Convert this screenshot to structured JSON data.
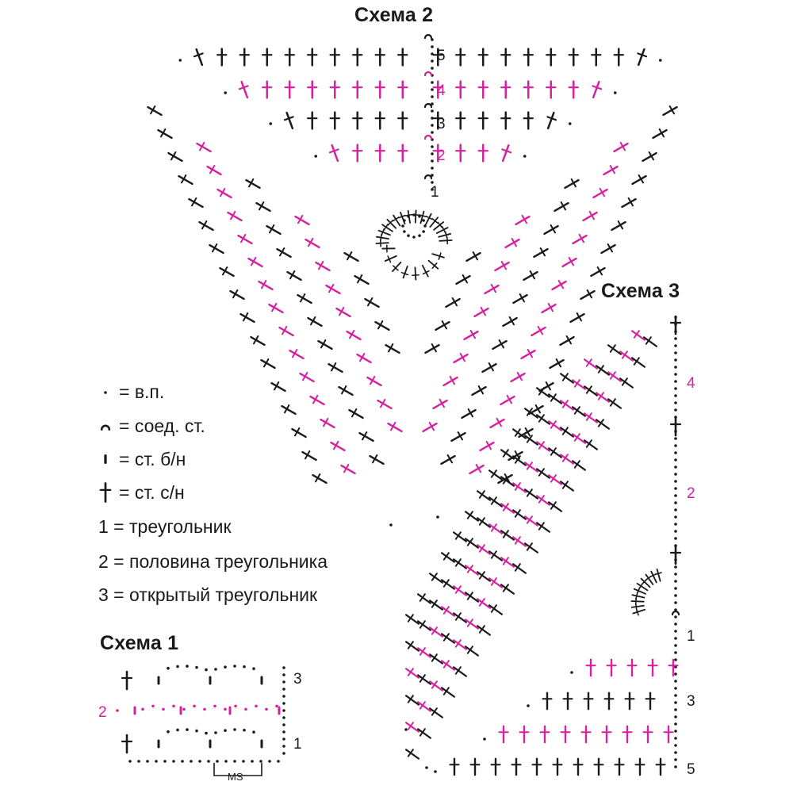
{
  "colors": {
    "dark": "#1a1a1a",
    "accent": "#d6219f"
  },
  "scheme2": {
    "title": "Схема 2",
    "row_numbers": [
      {
        "label": "5",
        "color": "dark"
      },
      {
        "label": "4",
        "color": "accent"
      },
      {
        "label": "3",
        "color": "dark"
      },
      {
        "label": "2",
        "color": "accent"
      },
      {
        "label": "1",
        "color": "dark"
      }
    ]
  },
  "scheme3": {
    "title": "Схема 3",
    "row_numbers": [
      {
        "label": "4",
        "color": "accent"
      },
      {
        "label": "2",
        "color": "accent"
      },
      {
        "label": "1",
        "color": "dark"
      },
      {
        "label": "3",
        "color": "dark"
      },
      {
        "label": "5",
        "color": "dark"
      }
    ]
  },
  "scheme1": {
    "title": "Схема 1",
    "row_numbers": [
      {
        "label": "3",
        "color": "dark"
      },
      {
        "label": "2",
        "color": "accent"
      },
      {
        "label": "1",
        "color": "dark"
      }
    ],
    "repeat_label": "MS"
  },
  "legend": [
    {
      "icon": "chain-stitch-icon",
      "text": "= в.п."
    },
    {
      "icon": "slip-stitch-icon",
      "text": "= соед. ст."
    },
    {
      "icon": "single-crochet-icon",
      "text": "= ст. б/н"
    },
    {
      "icon": "double-crochet-icon",
      "text": "= ст. с/н"
    },
    {
      "icon": "",
      "text": "1 = треугольник"
    },
    {
      "icon": "",
      "text": "2 = половина треугольника"
    },
    {
      "icon": "",
      "text": "3 = открытый треугольник"
    }
  ]
}
